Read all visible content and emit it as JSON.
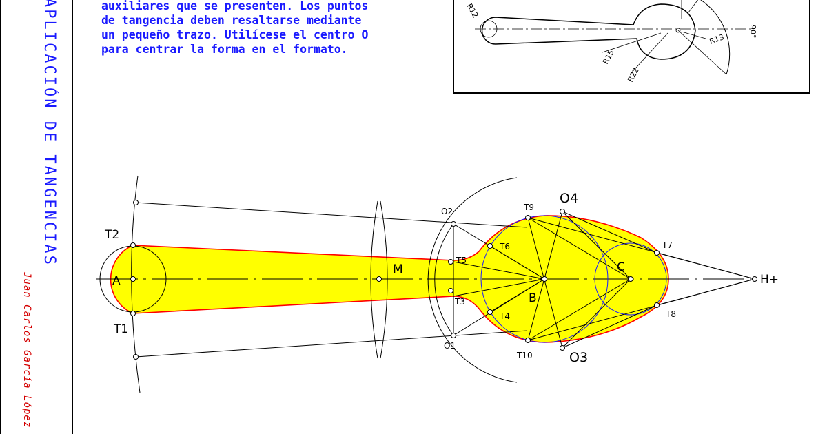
{
  "vertical_title": "APLICACIÓN DE TANGENCIAS",
  "author": "Juan Carlos García López",
  "instructions": [
    "auxiliares que se presenten. Los puntos",
    "de tangencia deben resaltarse mediante",
    "un pequeño trazo. Utilícese el centro O",
    "para centrar la forma en el formato."
  ],
  "inset_labels": {
    "r12": "R12",
    "r13": "R13",
    "r15": "R15",
    "r22": "R22",
    "angle": "90°"
  },
  "point_labels": {
    "T1": "T1",
    "T2": "T2",
    "A": "A",
    "M": "M",
    "O1": "O1",
    "O2": "O2",
    "T3": "T3",
    "T4": "T4",
    "T5": "T5",
    "T6": "T6",
    "T7": "T7",
    "T8": "T8",
    "T9": "T9",
    "T10": "T10",
    "B": "B",
    "C": "C",
    "O3": "O3",
    "O4": "O4",
    "H": "H+"
  },
  "colors": {
    "title_blue": "#1a1aff",
    "author_red": "#d40000",
    "fill_yellow": "#ffff00",
    "outline_red": "#ff0000",
    "circle_blue": "#1a1aff"
  }
}
